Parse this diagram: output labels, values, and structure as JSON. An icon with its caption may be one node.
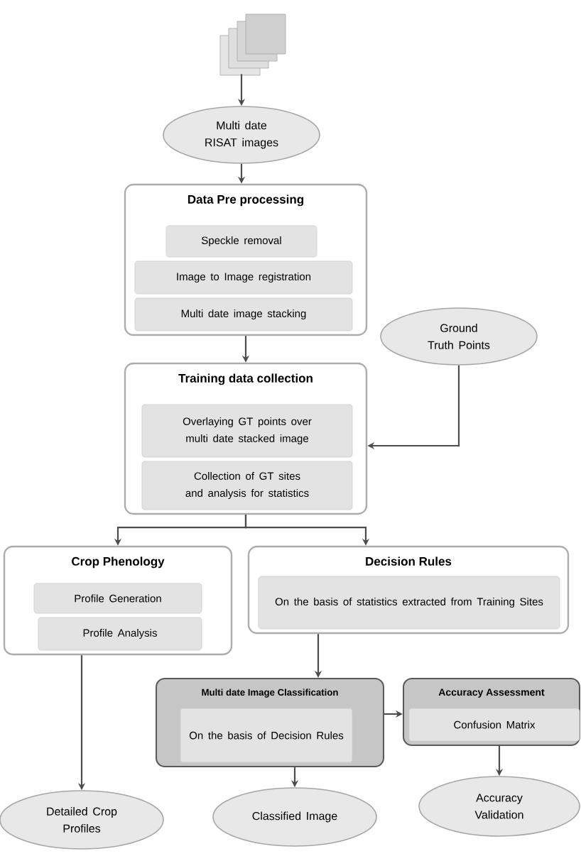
{
  "diagram": {
    "nodes": [
      {
        "text": [],
        "shape": "picture"
      },
      {
        "text": [
          "Multi date RISAT images"
        ]
      },
      {
        "text": [
          "Data Pre processing"
        ]
      },
      {
        "text": [
          "Speckle removal"
        ],
        "in": 2
      },
      {
        "text": [
          "Image to Image registration"
        ],
        "in": 2
      },
      {
        "text": [
          "Multi date image stacking"
        ],
        "in": 2
      },
      {
        "text": [
          "Ground Truth Points"
        ]
      },
      {
        "text": [
          "Training data collection"
        ]
      },
      {
        "text": [
          "Overlaying GT points over multi date stacked image"
        ],
        "in": 7
      },
      {
        "text": [
          "Collection of GT sites and analysis for statistics"
        ],
        "in": 7
      },
      {
        "text": [
          "Crop Phenology"
        ]
      },
      {
        "text": [
          "Profile Generation"
        ],
        "in": 10
      },
      {
        "text": [
          "Profile Analysis"
        ],
        "in": 10
      },
      {
        "text": [
          "Decision Rules"
        ]
      },
      {
        "text": [
          "On the basis of statistics extracted from Training Sites"
        ],
        "in": 13
      },
      {
        "text": [
          "Multi date Image Classification"
        ]
      },
      {
        "text": [
          "On the basis of Decision Rules"
        ],
        "in": 15
      },
      {
        "text": [
          "Accuracy Assessment"
        ]
      },
      {
        "text": [
          "Confusion Matrix"
        ],
        "in": 17
      },
      {
        "text": [
          "Detailed Crop Profiles"
        ]
      },
      {
        "text": [
          "Classified Image"
        ]
      },
      {
        "text": [
          "Accuracy Validation"
        ]
      }
    ],
    "edges": [
      {
        "from": 0,
        "to": 1,
        "arrow": "to"
      },
      {
        "from": 1,
        "to": 2,
        "arrow": "to"
      },
      {
        "from": 2,
        "to": 7,
        "arrow": "to"
      },
      {
        "from": 6,
        "to": 7,
        "arrow": "to"
      },
      {
        "from": 7,
        "to": 10,
        "arrow": "to"
      },
      {
        "from": 7,
        "to": 13,
        "arrow": "to"
      },
      {
        "from": 13,
        "to": 15,
        "arrow": "to"
      },
      {
        "from": 10,
        "to": 19,
        "arrow": "to"
      },
      {
        "from": 15,
        "to": 20,
        "arrow": "to"
      },
      {
        "from": 15,
        "to": 17,
        "arrow": "to"
      },
      {
        "from": 17,
        "to": 21,
        "arrow": "to"
      }
    ]
  }
}
